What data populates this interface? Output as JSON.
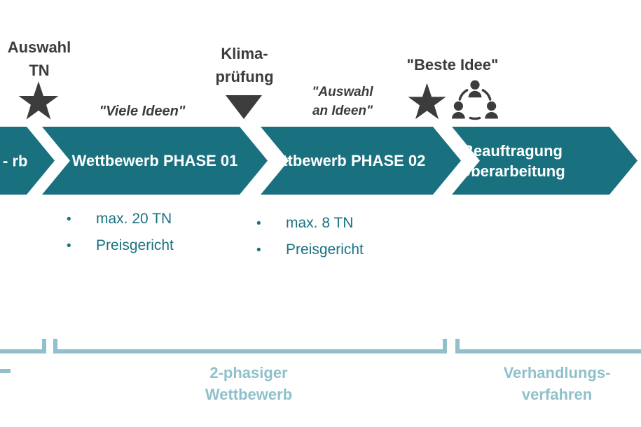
{
  "colors": {
    "teal": "#19717F",
    "dark_gray": "#3C3C3C",
    "light_teal": "#8FC0CC",
    "arrow_text": "#FFFFFF"
  },
  "icons": {
    "milestone1": "star-icon",
    "milestone2": "triangle-down-icon",
    "milestone3": "star-icon",
    "milestone4": "team-icon"
  },
  "annotations": {
    "auswahl_tn": {
      "line1": "Auswahl",
      "line2": "TN"
    },
    "viele_ideen": {
      "text": "\"Viele Ideen\""
    },
    "klimapruefung": {
      "line1": "Klima-",
      "line2": "prüfung"
    },
    "auswahl_an_ideen": {
      "line1": "\"Auswahl",
      "line2": "an Ideen\""
    },
    "beste_idee": {
      "text": "\"Beste Idee\""
    }
  },
  "process": {
    "steps": [
      {
        "line1": "-",
        "line2": "rb"
      },
      {
        "line1": "Wettbewerb",
        "line2": "PHASE 01"
      },
      {
        "line1": "Wettbewerb",
        "line2": "PHASE 02"
      },
      {
        "line1": "Beauftragung",
        "line2": "Überarbeitung"
      }
    ]
  },
  "details": {
    "bullet": "•",
    "phase01": {
      "items": [
        "max. 20 TN",
        "Preisgericht"
      ]
    },
    "phase02": {
      "items": [
        "max. 8 TN",
        "Preisgericht"
      ]
    }
  },
  "brackets": {
    "left_label_fragment": "-",
    "middle_label": {
      "line1": "2-phasiger",
      "line2": "Wettbewerb"
    },
    "right_label": {
      "line1": "Verhandlungs-",
      "line2": "verfahren"
    }
  }
}
